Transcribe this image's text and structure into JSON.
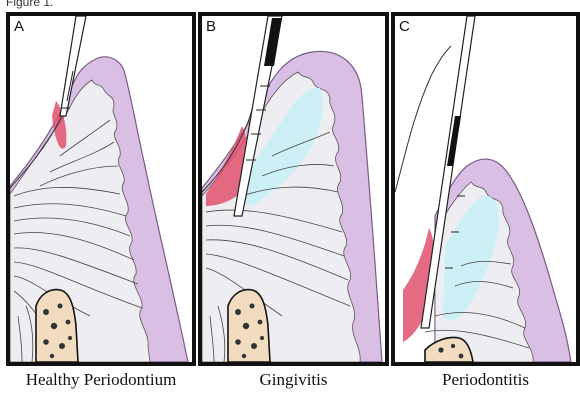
{
  "figure": {
    "title": "Figure 1.",
    "panels": [
      {
        "letter": "A",
        "caption": "Healthy Periodontium"
      },
      {
        "letter": "B",
        "caption": "Gingivitis"
      },
      {
        "letter": "C",
        "caption": "Periodontitis"
      }
    ],
    "colors": {
      "border": "#111111",
      "gingiva": "#d9bfe4",
      "gingiva_inner": "#ebebf0",
      "inflammation": "#c8f0f5",
      "pocket_epithelium": "#e0506e",
      "bone": "#f2dcc0",
      "probe": "#222222"
    }
  }
}
